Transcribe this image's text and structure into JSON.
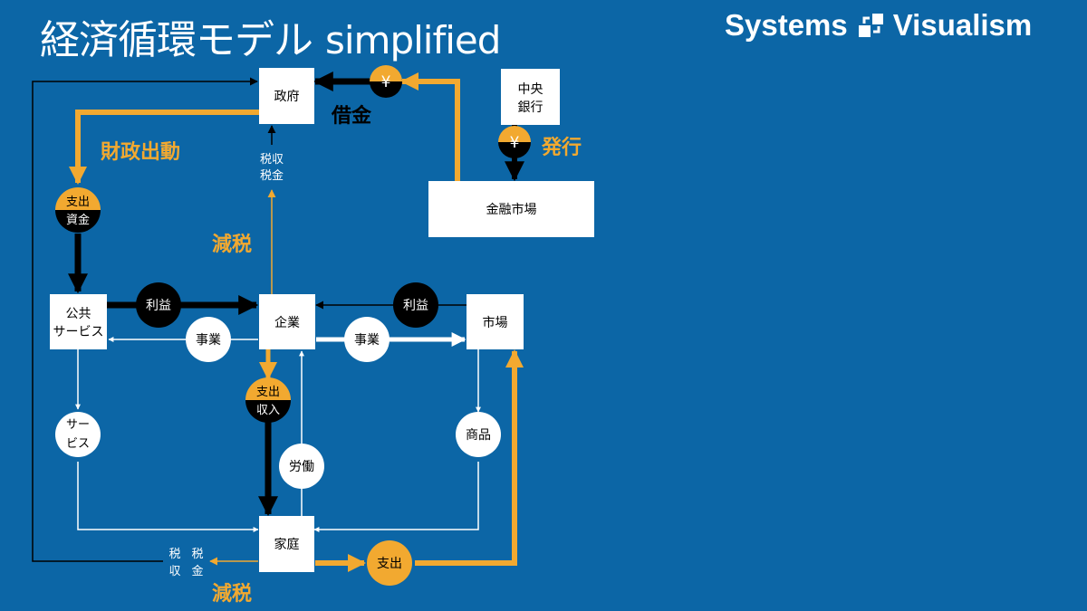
{
  "title": {
    "main": "経済循環モデル",
    "suffix": "simplified"
  },
  "brand": {
    "left": "Systems",
    "right": "Visualism"
  },
  "colors": {
    "background": "#0c66a6",
    "orange": "#f2a930",
    "black": "#000000",
    "white": "#ffffff"
  },
  "nodes": {
    "government": "政府",
    "central_bank": [
      "中央",
      "銀行"
    ],
    "financial_market": "金融市場",
    "public_services": [
      "公共",
      "サービス"
    ],
    "company": "企業",
    "market": "市場",
    "household": "家庭"
  },
  "flow_tokens": {
    "borrowing_yen": "¥",
    "issuance_yen": "¥",
    "tax_revenue_gov": [
      "税収",
      "税金"
    ],
    "fiscal_spending": [
      "支出",
      "資金"
    ],
    "profit_public": "利益",
    "profit_market": "利益",
    "business_to_public": "事業",
    "business_to_market": "事業",
    "spending_income": [
      "支出",
      "収入"
    ],
    "services": [
      "サー",
      "ビス"
    ],
    "labor": "労働",
    "goods": "商品",
    "household_spending": "支出",
    "tax_revenue_household": [
      "税",
      "収"
    ],
    "tax_household": [
      "税",
      "金"
    ]
  },
  "labels": {
    "borrowing": "借金",
    "issuance": "発行",
    "fiscal_action": "財政出動",
    "tax_cut_company": "減税",
    "tax_cut_household": "減税"
  }
}
